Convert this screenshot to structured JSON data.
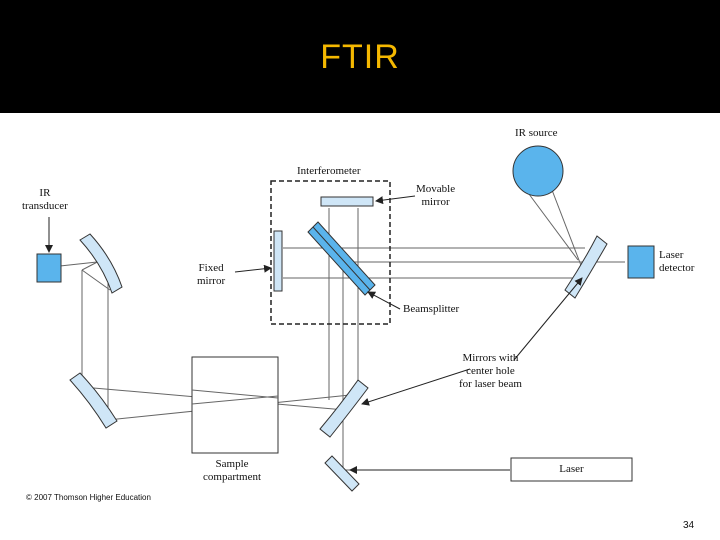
{
  "title": "FTIR",
  "labels": {
    "ir_transducer": "IR\ntransducer",
    "interferometer": "Interferometer",
    "movable_mirror": "Movable\nmirror",
    "ir_source": "IR source",
    "fixed_mirror": "Fixed\nmirror",
    "beamsplitter": "Beamsplitter",
    "laser_detector": "Laser\ndetector",
    "mirrors_center_hole": "Mirrors with\ncenter hole\nfor laser beam",
    "sample_compartment": "Sample\ncompartment",
    "laser": "Laser"
  },
  "copyright": "© 2007 Thomson Higher Education",
  "page_number": "34",
  "colors": {
    "title_bar": "#000000",
    "title_text": "#f5b800",
    "component_fill": "#5ab4ec",
    "mirror_fill": "#cfe6f7",
    "line": "#555555"
  }
}
